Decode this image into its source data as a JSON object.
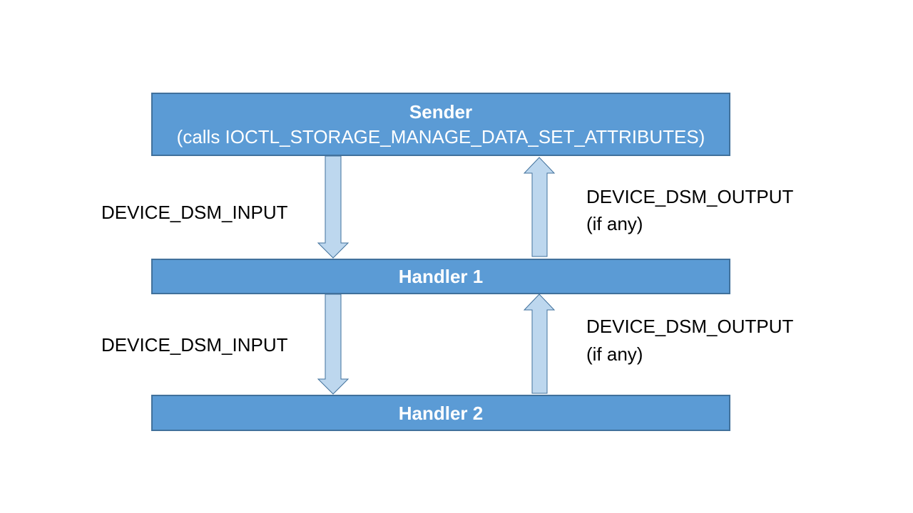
{
  "sender": {
    "title": "Sender",
    "subtitle": "(calls IOCTL_STORAGE_MANAGE_DATA_SET_ATTRIBUTES)"
  },
  "handler1": {
    "title": "Handler 1"
  },
  "handler2": {
    "title": "Handler 2"
  },
  "flows": {
    "input_1": "DEVICE_DSM_INPUT",
    "output_1_line1": "DEVICE_DSM_OUTPUT",
    "output_1_line2": "(if any)",
    "input_2": "DEVICE_DSM_INPUT",
    "output_2_line1": "DEVICE_DSM_OUTPUT",
    "output_2_line2": "(if any)"
  },
  "colors": {
    "box_fill": "#5b9bd5",
    "box_border": "#41719c",
    "arrow_fill": "#bdd7ee",
    "arrow_stroke": "#41719c"
  }
}
